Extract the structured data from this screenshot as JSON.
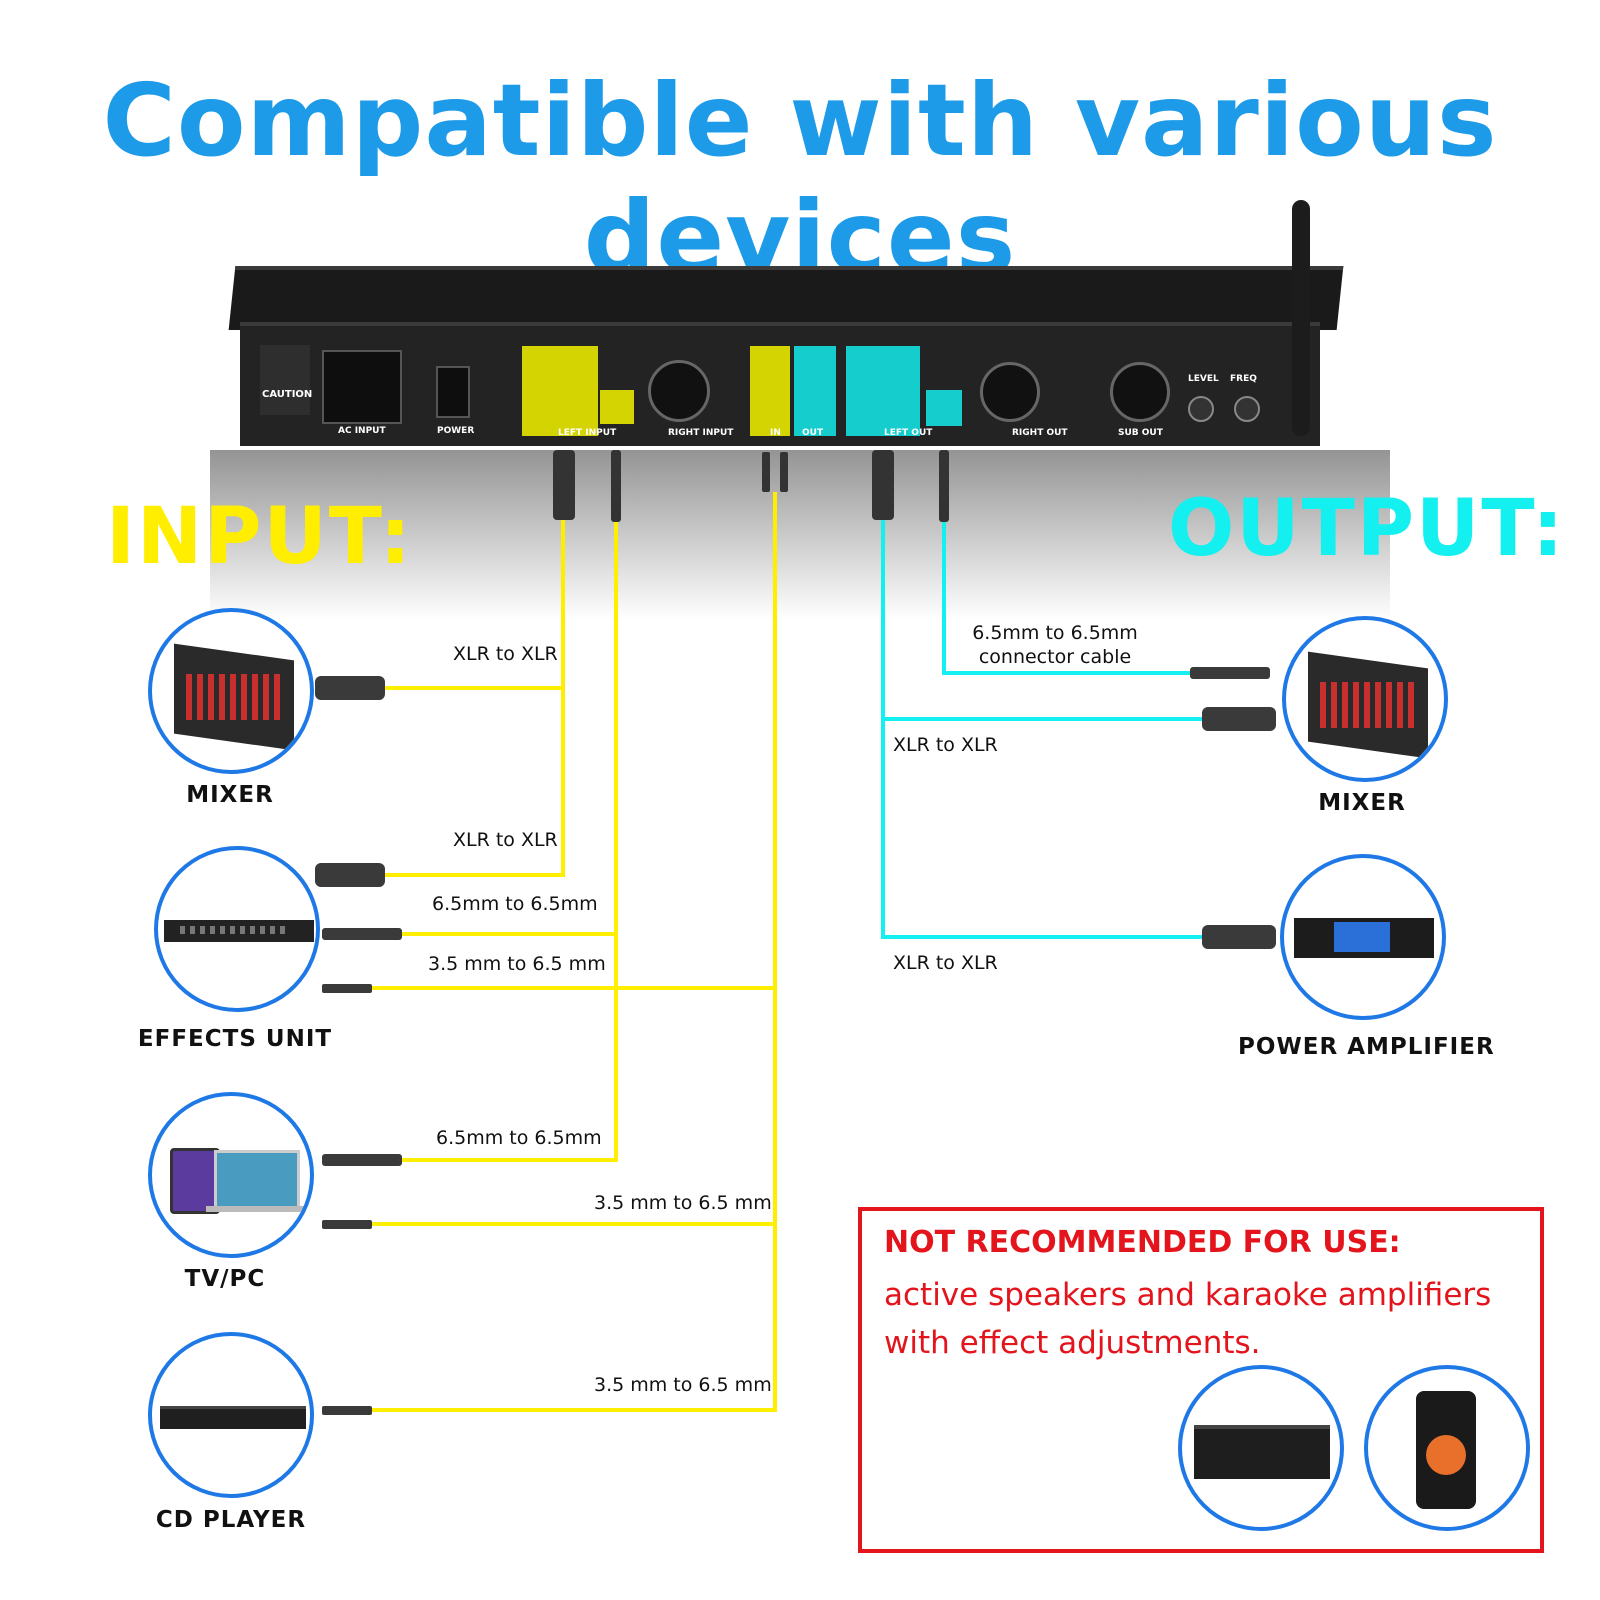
{
  "title": "Compatible with various devices",
  "input_label": "INPUT:",
  "output_label": "OUTPUT:",
  "panel": {
    "caution": "CAUTION",
    "ac_input": "AC INPUT",
    "power": "POWER",
    "left_input": "LEFT INPUT",
    "right_input": "RIGHT INPUT",
    "in": "IN",
    "out": "OUT",
    "left_out": "LEFT OUT",
    "right_out": "RIGHT OUT",
    "sub_out": "SUB OUT",
    "level": "LEVEL",
    "freq": "FREQ"
  },
  "inputs": [
    {
      "device": "MIXER",
      "cables": [
        "XLR to XLR"
      ]
    },
    {
      "device": "EFFECTS UNIT",
      "cables": [
        "XLR to XLR",
        "6.5mm to 6.5mm",
        "3.5 mm to 6.5 mm"
      ]
    },
    {
      "device": "TV/PC",
      "cables": [
        "6.5mm to 6.5mm",
        "3.5 mm to 6.5 mm"
      ]
    },
    {
      "device": "CD PLAYER",
      "cables": [
        "3.5 mm to 6.5 mm"
      ]
    }
  ],
  "outputs": [
    {
      "device": "MIXER",
      "cables": [
        "6.5mm to 6.5mm connector cable",
        "XLR to XLR"
      ]
    },
    {
      "device": "POWER AMPLIFIER",
      "cables": [
        "XLR to XLR"
      ]
    }
  ],
  "warning": {
    "title": "NOT RECOMMENDED FOR USE:",
    "text": "active speakers and karaoke amplifiers with effect adjustments."
  },
  "colors": {
    "title": "#1e9be8",
    "input_cable": "#ffee00",
    "output_cable": "#14f0f0",
    "circle_border": "#1e78e6",
    "warning": "#e3141c"
  },
  "icons": [
    "mixer-icon",
    "effects-unit-icon",
    "tv-pc-icon",
    "cd-player-icon",
    "power-amplifier-icon",
    "av-receiver-icon",
    "party-speaker-icon",
    "xlr-connector-icon",
    "jack-connector-icon",
    "antenna-icon"
  ]
}
